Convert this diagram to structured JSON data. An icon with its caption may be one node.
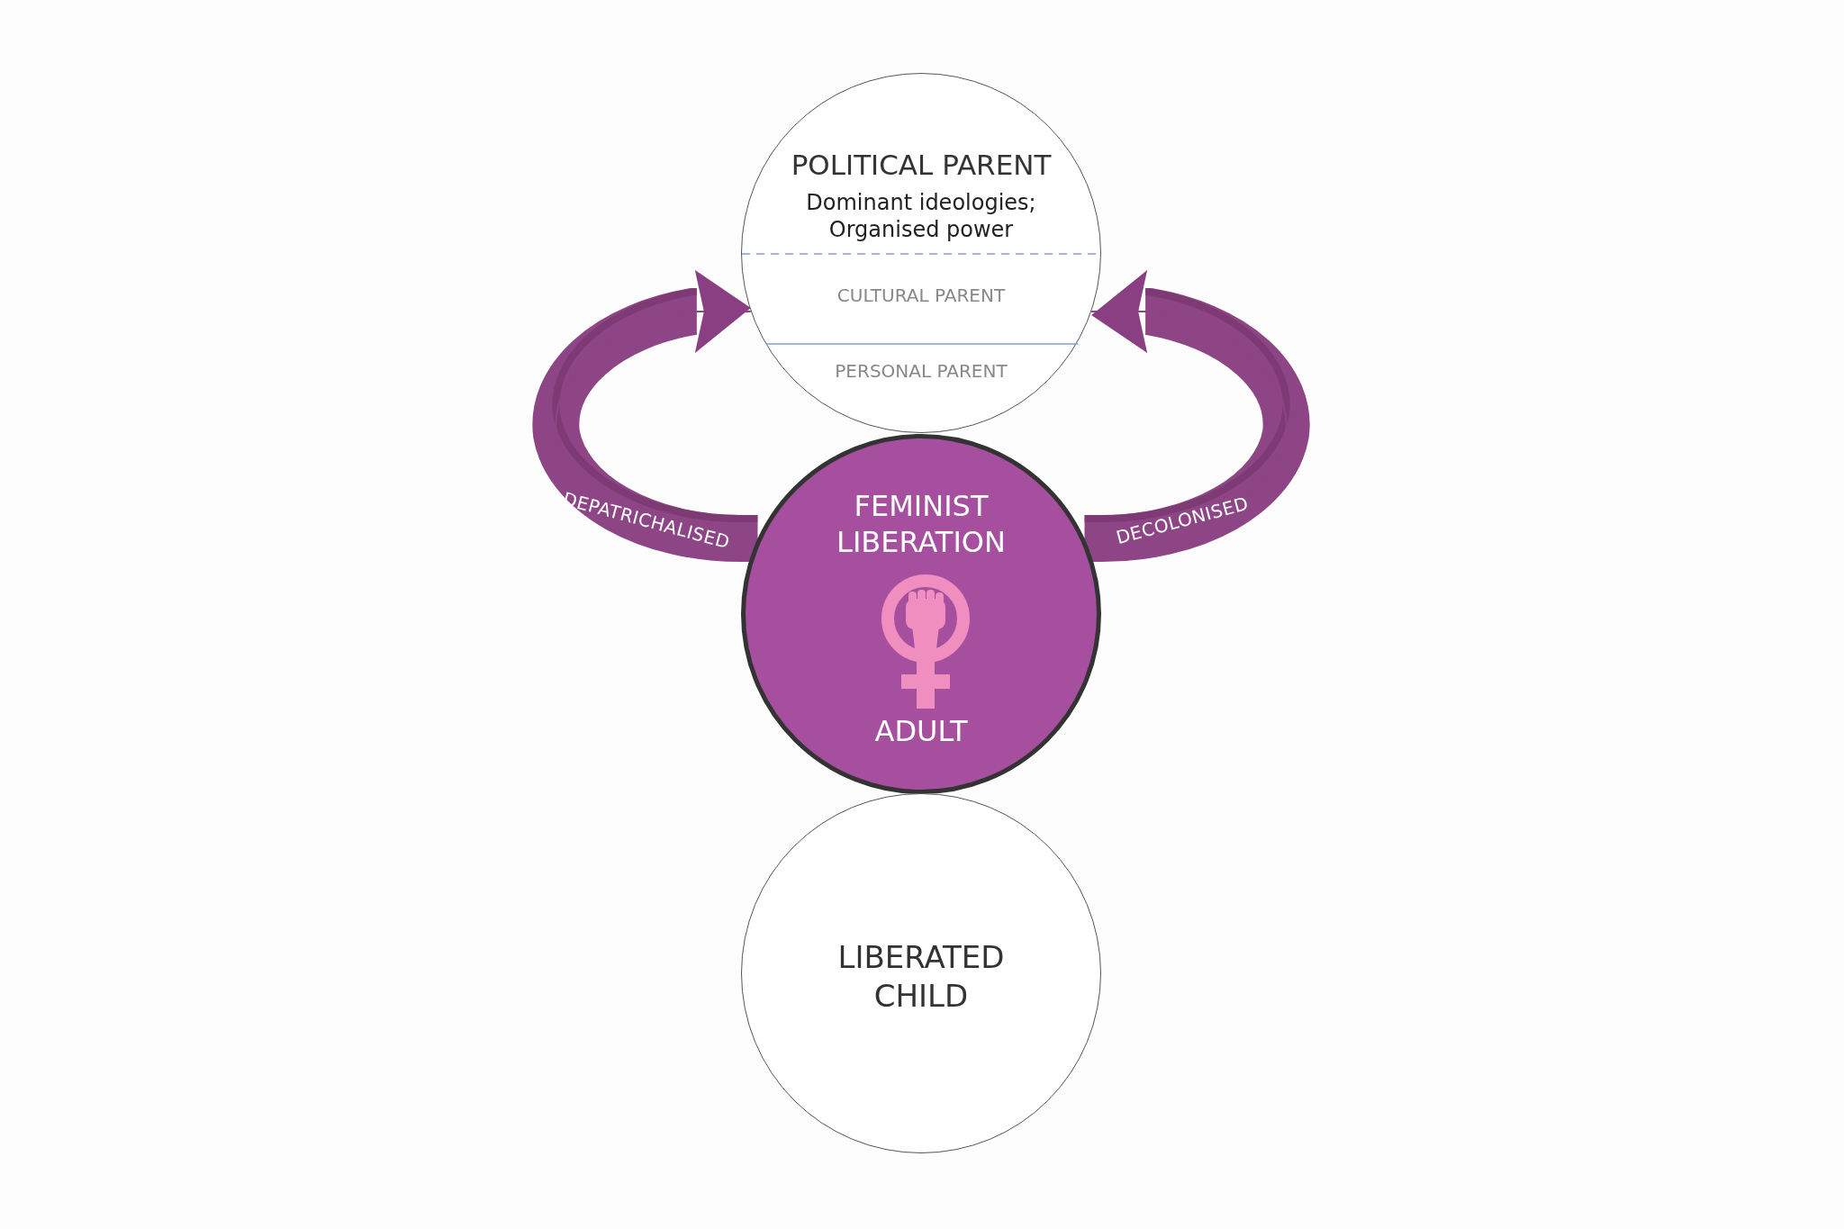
{
  "diagram": {
    "nodes": [
      {
        "text": [
          "POLITICAL PARENT",
          "Dominant ideologies; Organised power",
          "CULTURAL PARENT",
          "PERSONAL PARENT"
        ]
      },
      {
        "text": [
          "FEMINIST LIBERATION",
          "ADULT"
        ]
      },
      {
        "text": [
          "LIBERATED CHILD"
        ]
      }
    ],
    "edges": [
      {
        "from": 1,
        "to": 0,
        "arrow": "to",
        "label": "DEPATRICHALISED"
      },
      {
        "from": 1,
        "to": 0,
        "arrow": "to",
        "label": "DECOLONISED"
      }
    ]
  }
}
